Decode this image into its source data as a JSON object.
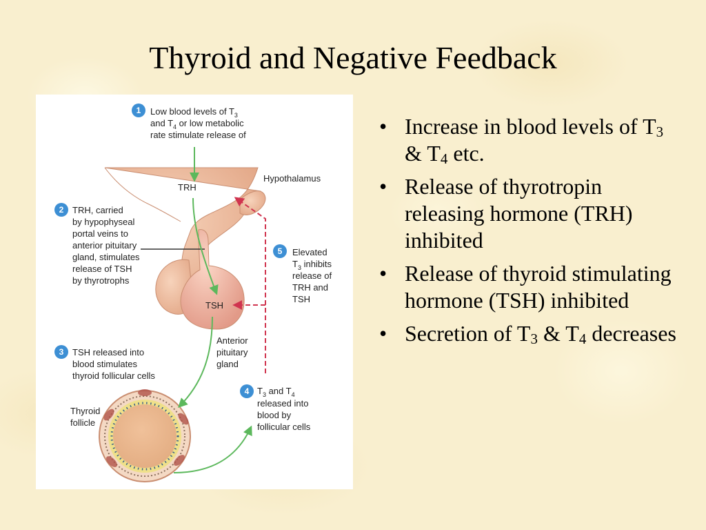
{
  "title": "Thyroid and Negative Feedback",
  "bullets": [
    {
      "parts": [
        "Increase in blood levels of T",
        "3",
        " & T",
        "4",
        " etc."
      ]
    },
    {
      "parts": [
        "Release of thyrotropin releasing hormone (TRH) inhibited"
      ]
    },
    {
      "parts": [
        "Release of thyroid stimulating hormone (TSH) inhibited"
      ]
    },
    {
      "parts": [
        "Secretion of T",
        "3",
        " & T",
        "4",
        " decreases"
      ]
    }
  ],
  "diagram": {
    "steps": {
      "s1": {
        "num": "1",
        "l1a": "Low blood levels of T",
        "l1s": "3",
        "l2a": "and T",
        "l2s": "4",
        "l2b": " or low  metabolic",
        "l3": "rate stimulate release of"
      },
      "s2": {
        "num": "2",
        "lines": [
          "TRH, carried",
          "by hypophyseal",
          "portal veins to",
          "anterior pituitary",
          "gland, stimulates",
          "release of TSH",
          "by thyrotrophs"
        ]
      },
      "s3": {
        "num": "3",
        "lines": [
          "TSH released into",
          "blood stimulates",
          "thyroid follicular cells"
        ]
      },
      "s4": {
        "num": "4",
        "l1a": "T",
        "l1s": "3",
        "l1b": " and T",
        "l1s2": "4",
        "lines": [
          "released into",
          "blood by",
          "follicular cells"
        ]
      },
      "s5": {
        "num": "5",
        "l1": "Elevated",
        "l2a": "T",
        "l2s": "3",
        "l2b": " inhibits",
        "lines": [
          "release of",
          "TRH and",
          "TSH"
        ]
      }
    },
    "labels": {
      "hypothalamus": "Hypothalamus",
      "trh": "TRH",
      "tsh": "TSH",
      "anterior_pituitary": [
        "Anterior",
        "pituitary",
        "gland"
      ],
      "thyroid_follicle": [
        "Thyroid",
        "follicle"
      ]
    }
  },
  "colors": {
    "step_badge": "#3d8fd4",
    "stimulation_arrow": "#5cb85c",
    "inhibition_arrow": "#d0344f",
    "tissue": "#f2c0a2",
    "background": "#f9efcf"
  }
}
